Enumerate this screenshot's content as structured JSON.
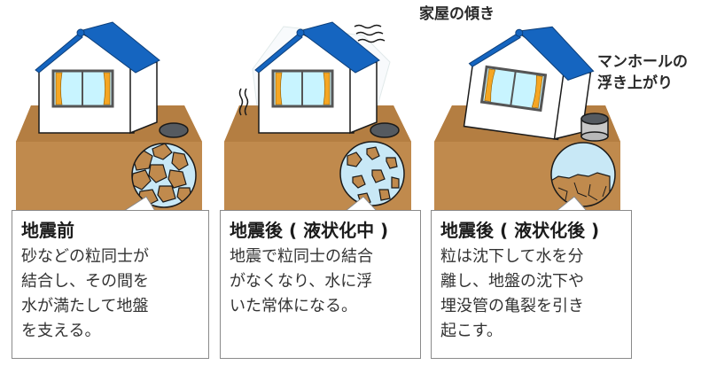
{
  "colors": {
    "ground": "#c08a4d",
    "ground_top": "#ba8444",
    "roof": "#1565c0",
    "wall": "#ffffff",
    "window_glass": "#c8f4ff",
    "curtain": "#f5a623",
    "water": "#c8e8f6",
    "manhole": "#555a60",
    "outline": "#1a1a1a",
    "caption_border": "#8a8a8a"
  },
  "panels": [
    {
      "id": "before",
      "title": "地震前",
      "body_lines": [
        "砂などの粒同士が",
        "結合し、その間を",
        "水が満たして地盤",
        "を支える。"
      ]
    },
    {
      "id": "during",
      "title": "地震後 ( 液状化中 )",
      "body_lines": [
        "地震で粒同士の結合",
        "がなくなり、水に浮",
        "いた常体になる。"
      ]
    },
    {
      "id": "after",
      "title": "地震後 ( 液状化後 )",
      "body_lines": [
        "粒は沈下して水を分",
        "離し、地盤の沈下や",
        "埋没管の亀裂を引き",
        "起こす。"
      ]
    }
  ],
  "annotations": {
    "house_tilt": "家屋の傾き",
    "manhole_line1": "マンホールの",
    "manhole_line2": "浮き上がり"
  }
}
